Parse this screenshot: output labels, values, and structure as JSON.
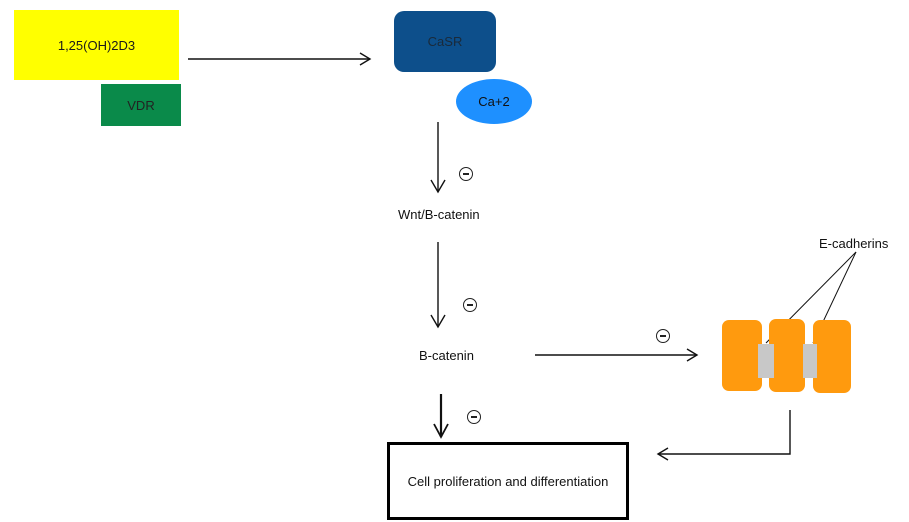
{
  "nodes": {
    "vitamin_d": "1,25(OH)2D3",
    "vdr": "VDR",
    "casr": "CaSR",
    "calcium": "Ca+2",
    "wnt": "Wnt/B-catenin",
    "bcatenin": "B-catenin",
    "outcome": "Cell proliferation and differentiation",
    "ecadherin_label": "E-cadherins"
  },
  "colors": {
    "vitamin_d": "#ffff00",
    "vdr": "#0a8a4a",
    "casr": "#0d4f8b",
    "calcium": "#1e90ff",
    "cell_block": "#ff9a0e",
    "ecadherin": "#c8c8c8"
  },
  "inhibition_symbol": "circle-minus-icon"
}
